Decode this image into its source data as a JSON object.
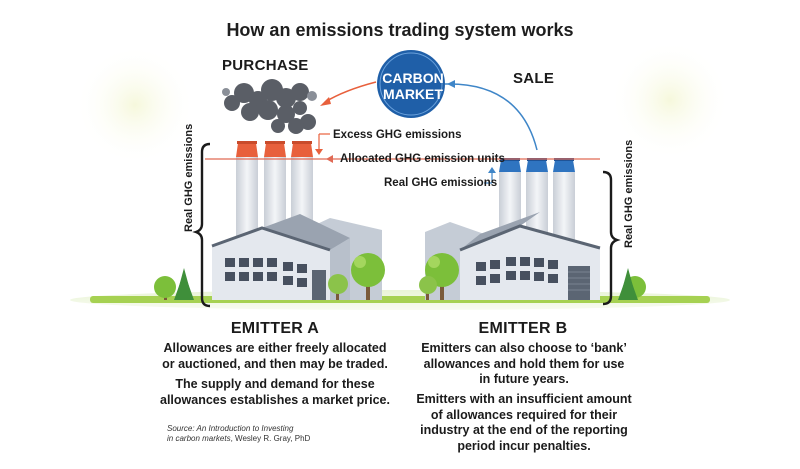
{
  "title": "How an emissions trading system works",
  "labels": {
    "purchase": "PURCHASE",
    "sale": "SALE",
    "carbon_market_line1": "CARBON",
    "carbon_market_line2": "MARKET"
  },
  "annotations": {
    "excess": "Excess GHG emissions",
    "allocated": "Allocated GHG emission units",
    "real": "Real GHG emissions",
    "vertical_left": "Real GHG emissions",
    "vertical_right": "Real GHG emissions"
  },
  "emitter_a": {
    "heading": "EMITTER A",
    "paragraph1_line1": "Allowances are either freely allocated",
    "paragraph1_line2": "or auctioned, and then may be traded.",
    "paragraph2_line1": "The supply and demand for these",
    "paragraph2_line2": "allowances establishes a market price."
  },
  "emitter_b": {
    "heading": "EMITTER B",
    "paragraph1_line1": "Emitters can also choose to ‘bank’",
    "paragraph1_line2": "allowances and hold them for use",
    "paragraph1_line3": "in future years.",
    "paragraph2_line1": "Emitters with an insufficient amount",
    "paragraph2_line2": "of allowances required for their",
    "paragraph2_line3": "industry at the end of the reporting",
    "paragraph2_line4": "period incur penalties."
  },
  "source": {
    "line1_italic": "Source: An Introduction to Investing",
    "line2_italic": "in carbon markets",
    "line2_rest": ", Wesley R. Gray, PhD"
  },
  "colors": {
    "market_circle": "#1f5fa8",
    "purchase_arrow": "#e8603c",
    "sale_arrow": "#3f86c8",
    "stack_cap_a": "#e8603c",
    "stack_cap_b": "#2f74c0",
    "allocated_line": "#e06a55",
    "smoke": "#5a5e66",
    "ground": "#9ccc4a",
    "tree": "#7cbf3a",
    "building": "#dfe3ea"
  },
  "icons": [
    "smoke-cloud-icon",
    "factory-icon",
    "tree-icon",
    "pine-tree-icon",
    "bracket-icon",
    "arrow-icon"
  ]
}
